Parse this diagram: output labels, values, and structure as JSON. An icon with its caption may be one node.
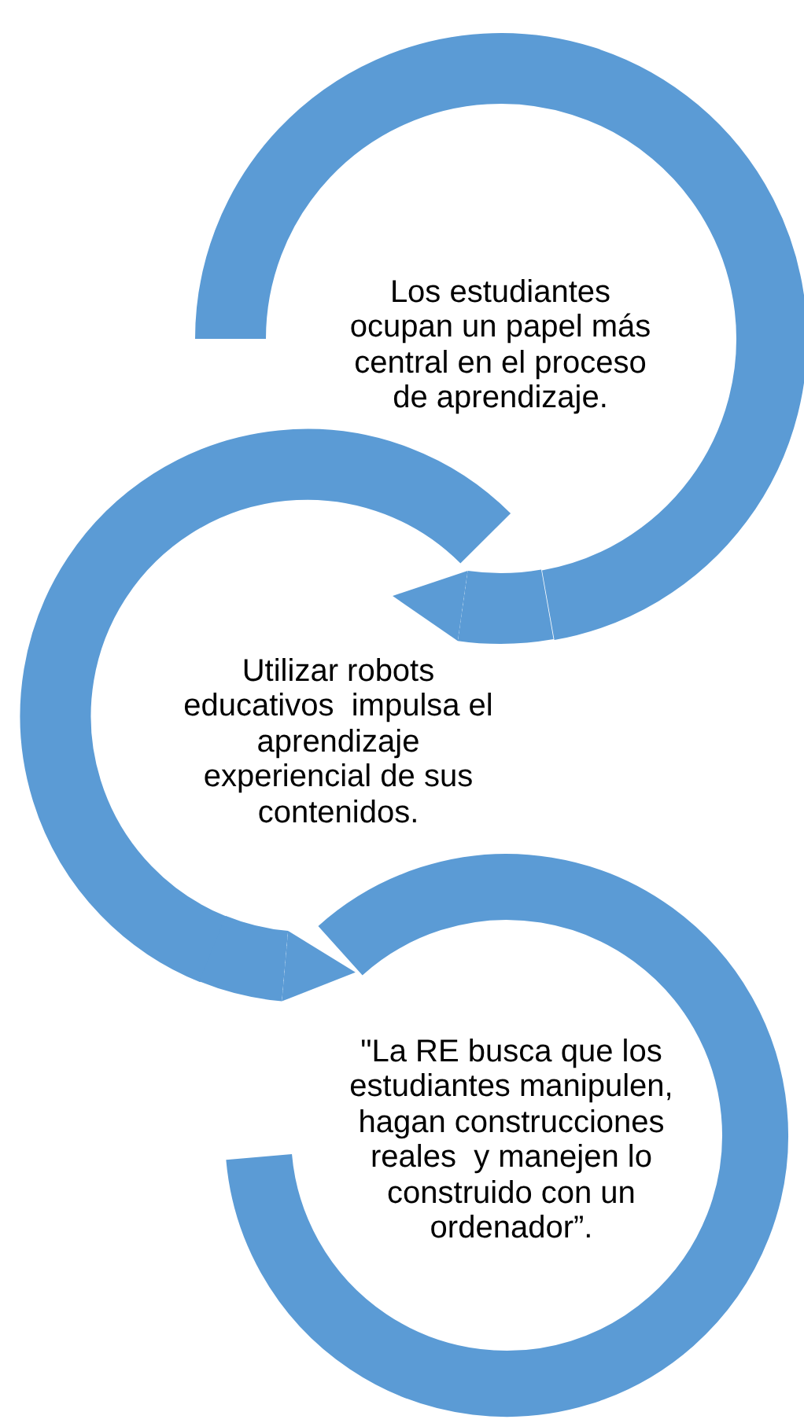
{
  "diagram": {
    "nodes": [
      {
        "text": [
          "Los estudiantes ocupan un papel más central en el proceso de aprendizaje."
        ]
      },
      {
        "text": [
          "Utilizar robots educativos  impulsa el aprendizaje experiencial de sus contenidos."
        ]
      },
      {
        "text": [
          "\"La RE busca que los estudiantes manipulen, hagan construcciones reales  y manejen lo construido con un ordenador”."
        ]
      }
    ],
    "edges": [
      {
        "from": 0,
        "to": 1,
        "arrow": "to"
      },
      {
        "from": 1,
        "to": 2,
        "arrow": "to"
      }
    ]
  }
}
